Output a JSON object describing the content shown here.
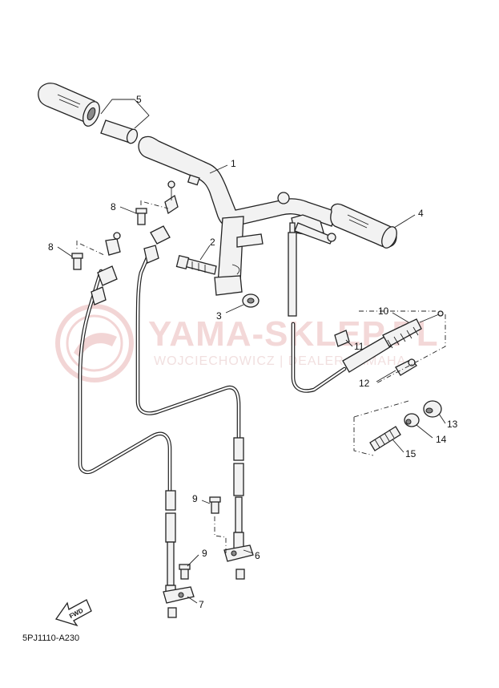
{
  "diagram": {
    "code": "5PJ1110-A230",
    "fwd_label": "FWD",
    "callouts": [
      "1",
      "2",
      "3",
      "4",
      "5",
      "6",
      "7",
      "8",
      "8",
      "9",
      "9",
      "10",
      "11",
      "12",
      "13",
      "14",
      "15"
    ]
  },
  "watermark": {
    "brand": "YAMA-SKLEP.PL",
    "dealer": "WOJCIECHOWICZ | DEALER YAMAHA",
    "color": "#d98080"
  }
}
